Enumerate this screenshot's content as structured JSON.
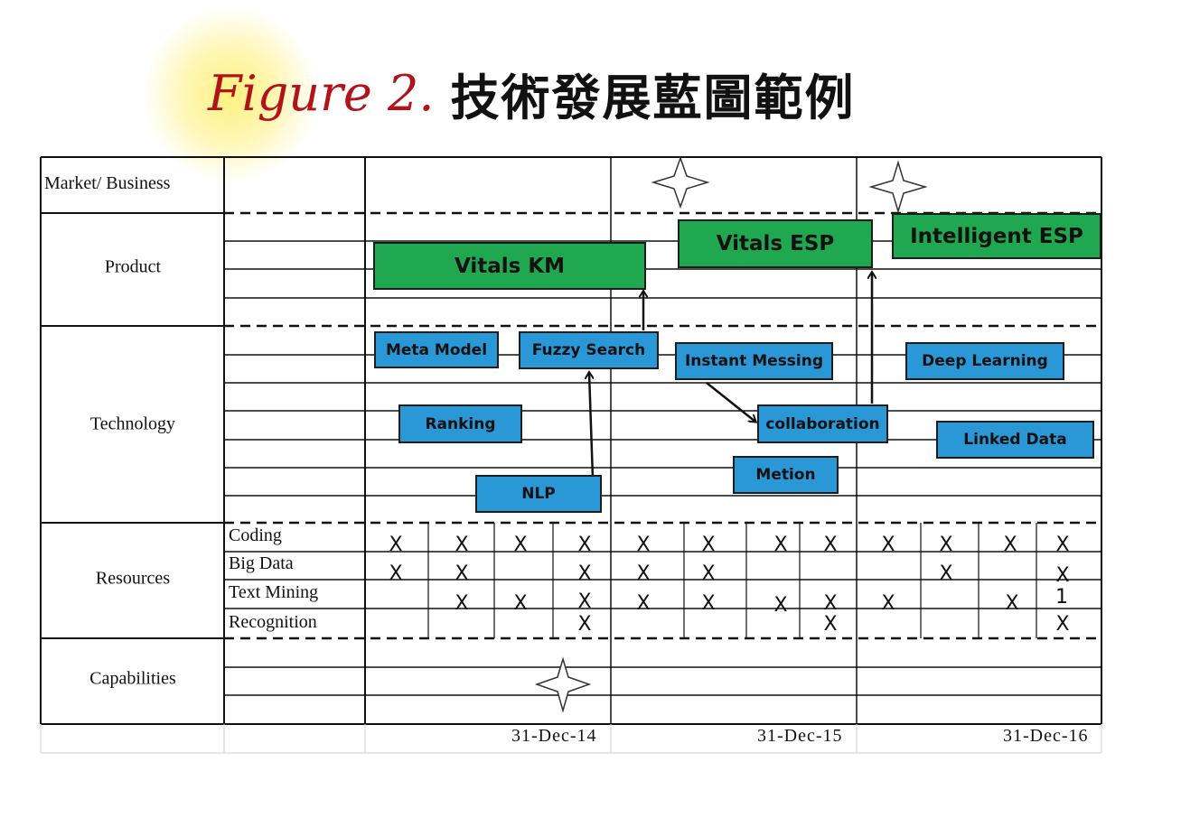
{
  "title": {
    "prefix": "Figure 2.",
    "main": "技術發展藍圖範例"
  },
  "rows": {
    "market": "Market/ Business",
    "product": "Product",
    "technology": "Technology",
    "resources": "Resources",
    "capabilities": "Capabilities"
  },
  "resources": {
    "coding": "Coding",
    "big_data": "Big Data",
    "text_mining": "Text Mining",
    "recognition": "Recognition"
  },
  "dates": [
    "31-Dec-14",
    "31-Dec-15",
    "31-Dec-16"
  ],
  "products": {
    "vitals_km": "Vitals KM",
    "vitals_esp": "Vitals ESP",
    "intelligent_esp": "Intelligent ESP"
  },
  "technologies": {
    "meta_model": "Meta Model",
    "fuzzy_search": "Fuzzy Search",
    "instant_messing": "Instant Messing",
    "deep_learning": "Deep Learning",
    "ranking": "Ranking",
    "collaboration": "collaboration",
    "linked_data": "Linked Data",
    "metion": "Metion",
    "nlp": "NLP"
  },
  "marks": {
    "x": "X",
    "one": "1"
  },
  "colors": {
    "product": "#1fa84f",
    "technology": "#2a97d6",
    "title_prefix": "#b2131a"
  }
}
